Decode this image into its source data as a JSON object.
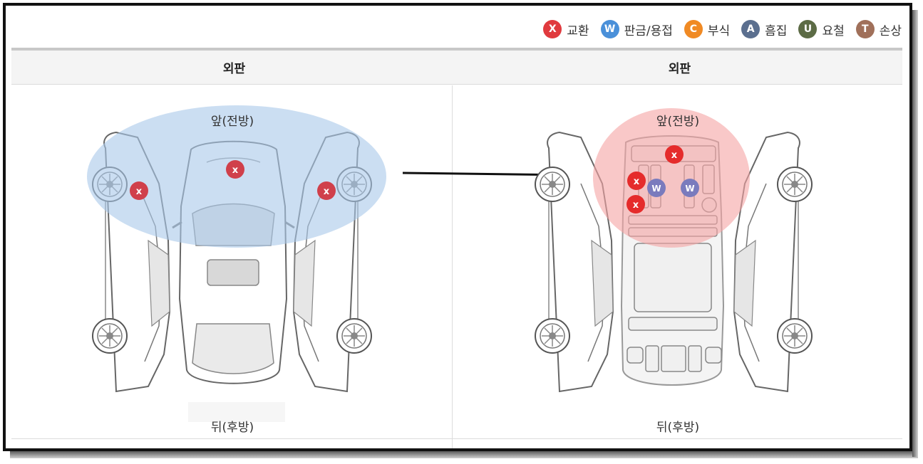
{
  "legend": [
    {
      "code": "X",
      "label": "교환",
      "color": "#e03a3e"
    },
    {
      "code": "W",
      "label": "판금/용접",
      "color": "#4a90d9"
    },
    {
      "code": "C",
      "label": "부식",
      "color": "#f08a24"
    },
    {
      "code": "A",
      "label": "흠집",
      "color": "#5b6f8f"
    },
    {
      "code": "U",
      "label": "요철",
      "color": "#5c6b45"
    },
    {
      "code": "T",
      "label": "손상",
      "color": "#a0705a"
    }
  ],
  "panels": [
    {
      "title": "외판",
      "front_label": "앞(전방)",
      "rear_label": "뒤(후방)"
    },
    {
      "title": "외판",
      "front_label": "앞(전방)",
      "rear_label": "뒤(후방)"
    }
  ],
  "colors": {
    "highlight_left": "#a8c8ea",
    "highlight_right": "#f5a3a3",
    "marker_x_left": "#d0404b",
    "marker_x_right": "#e52b2b",
    "marker_w_right": "#7a7bbd"
  }
}
